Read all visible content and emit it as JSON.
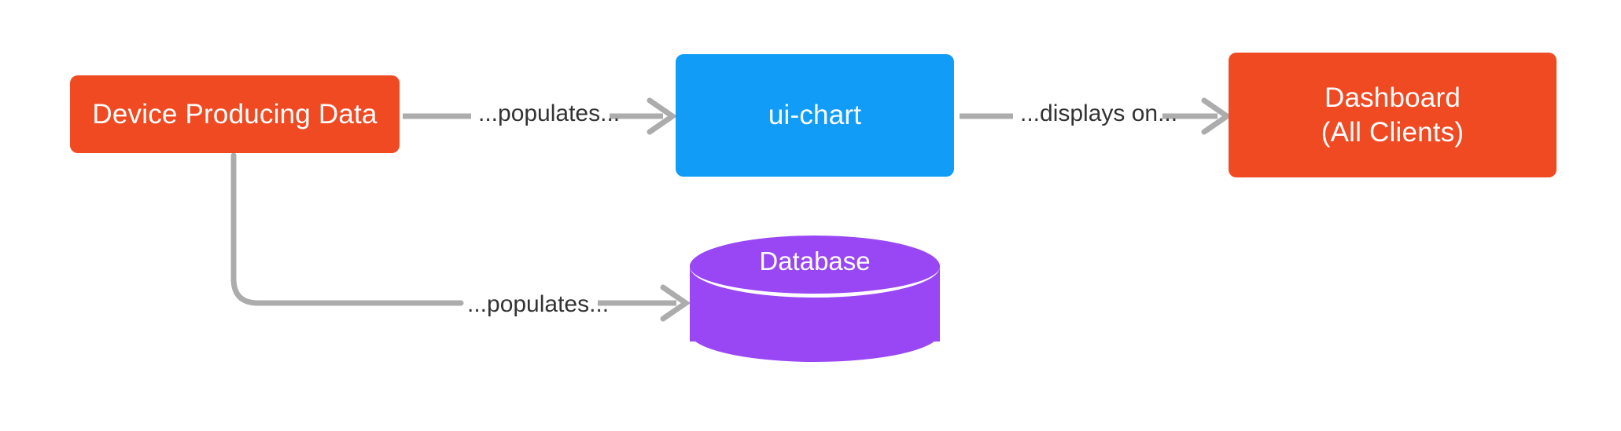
{
  "diagram": {
    "type": "flowchart",
    "direction": "left-to-right",
    "background_color": "#ffffff",
    "nodes": [
      {
        "id": "device",
        "label": "Device Producing Data",
        "shape": "rounded-rectangle",
        "color": "#F04A23",
        "text_color": "#ffffff"
      },
      {
        "id": "ui-chart",
        "label": "ui-chart",
        "shape": "rounded-rectangle",
        "color": "#119CF8",
        "text_color": "#ffffff"
      },
      {
        "id": "dashboard",
        "label": "Dashboard\n(All Clients)",
        "line1": "Dashboard",
        "line2": "(All Clients)",
        "shape": "rounded-rectangle",
        "color": "#F04A23",
        "text_color": "#ffffff"
      },
      {
        "id": "database",
        "label": "Database",
        "shape": "cylinder",
        "color": "#9947F5",
        "text_color": "#ffffff"
      }
    ],
    "edges": [
      {
        "id": "device-to-uichart",
        "from": "device",
        "to": "ui-chart",
        "label": "...populates...",
        "style": "solid-arrow",
        "color": "#ACACAC"
      },
      {
        "id": "uichart-to-dashboard",
        "from": "ui-chart",
        "to": "dashboard",
        "label": "...displays on...",
        "style": "solid-arrow",
        "color": "#ACACAC"
      },
      {
        "id": "device-to-database",
        "from": "device",
        "to": "database",
        "label": "...populates...",
        "style": "solid-arrow-elbow",
        "color": "#ACACAC"
      }
    ]
  }
}
